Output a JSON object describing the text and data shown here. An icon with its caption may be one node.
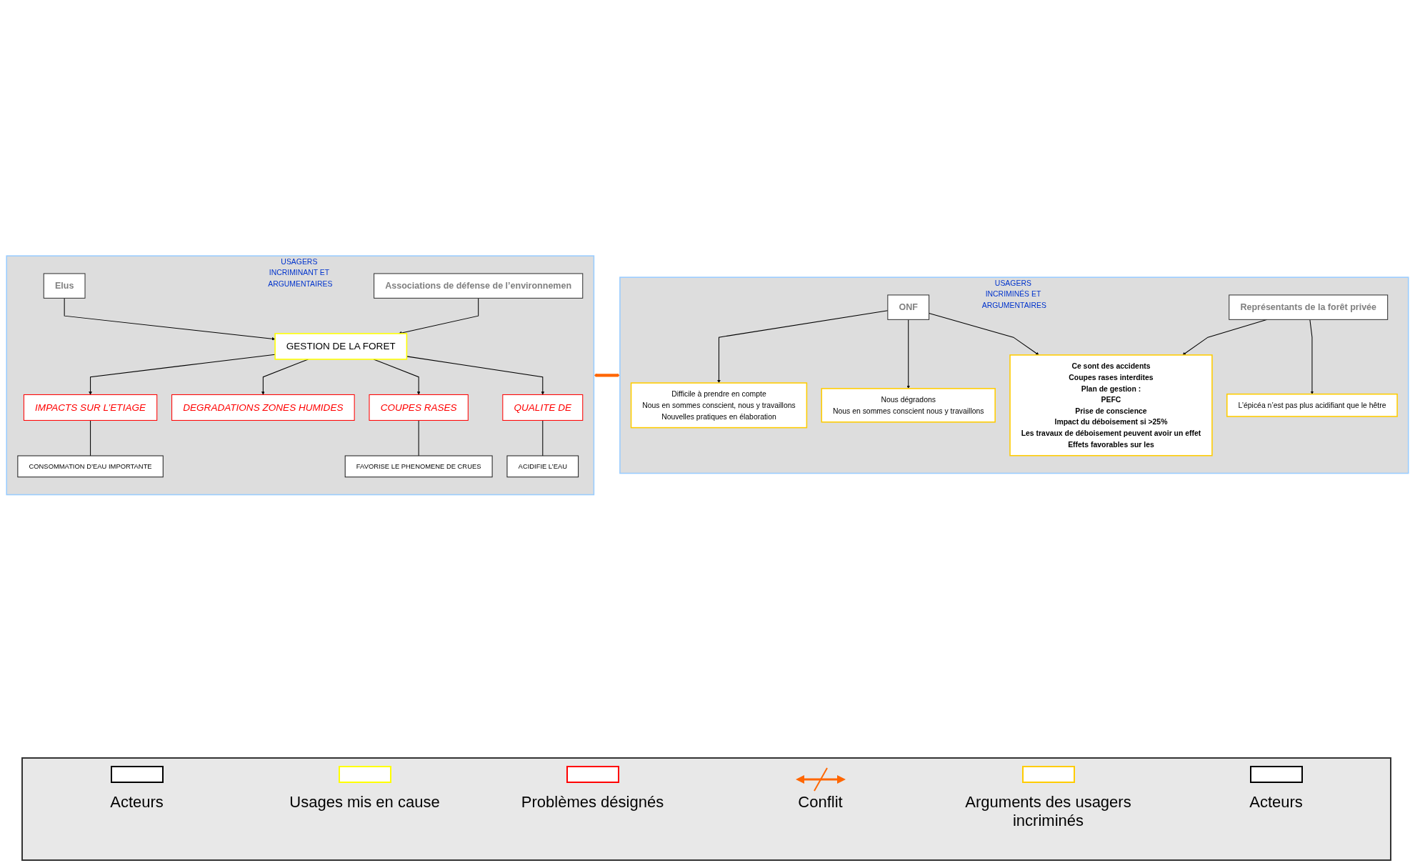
{
  "diagram": {
    "nodes": [
      {
        "text": [
          "USAGERS INCRIMINANT ET ARGUMENTAIRES"
        ]
      },
      {
        "text": [
          "Elus"
        ],
        "in": 0
      },
      {
        "text": [
          "Associations de défense de l’environnemen"
        ],
        "in": 0
      },
      {
        "text": [
          "GESTION DE LA FORET"
        ],
        "in": 0
      },
      {
        "text": [
          "IMPACTS SUR L’ETIAGE"
        ],
        "in": 0
      },
      {
        "text": [
          "CONSOMMATION D’EAU IMPORTANTE"
        ],
        "in": 0
      },
      {
        "text": [
          "DEGRADATIONS ZONES HUMIDES"
        ],
        "in": 0
      },
      {
        "text": [
          "COUPES RASES"
        ],
        "in": 0
      },
      {
        "text": [
          "FAVORISE LE PHENOMENE DE CRUES"
        ],
        "in": 0
      },
      {
        "text": [
          "QUALITE DE"
        ],
        "in": 0
      },
      {
        "text": [
          "ACIDIFIE L’EAU"
        ],
        "in": 0
      },
      {
        "text": [
          "USAGERS INCRIMINÉS ET ARGUMENTAIRES"
        ]
      },
      {
        "text": [
          "Difficile à prendre en compte",
          "Nous en sommes conscient, nous y travaillons",
          "Nouvelles pratiques en élaboration"
        ],
        "in": 11
      },
      {
        "text": [
          "Nous dégradons",
          "Nous en sommes conscient nous y travaillons"
        ],
        "in": 11
      },
      {
        "text": [
          "Ce sont des accidents",
          "Coupes rases interdites",
          "Plan de gestion :",
          "PEFC",
          "Prise de conscience",
          "Impact du déboisement si >25%",
          "Les travaux de déboisement peuvent avoir un effet",
          "Effets favorables sur les"
        ],
        "in": 11
      },
      {
        "text": [
          "L’épicéa n’est pas plus acidifiant que le hêtre"
        ],
        "in": 11
      },
      {
        "text": [
          "ONF"
        ],
        "in": 11
      },
      {
        "text": [
          "Représentants de la forêt privée"
        ],
        "in": 11
      }
    ],
    "edges": [
      {
        "from": 1,
        "to": 3,
        "arrow": "to"
      },
      {
        "from": 2,
        "to": 3,
        "arrow": "to"
      },
      {
        "from": 3,
        "to": 4,
        "arrow": "to"
      },
      {
        "from": 3,
        "to": 6,
        "arrow": "to"
      },
      {
        "from": 3,
        "to": 7,
        "arrow": "to"
      },
      {
        "from": 3,
        "to": 9,
        "arrow": "to"
      },
      {
        "from": 4,
        "to": 5,
        "arrow": "none"
      },
      {
        "from": 7,
        "to": 8,
        "arrow": "none"
      },
      {
        "from": 9,
        "to": 10,
        "arrow": "none"
      },
      {
        "from": 16,
        "to": 12,
        "arrow": "to"
      },
      {
        "from": 16,
        "to": 13,
        "arrow": "to"
      },
      {
        "from": 16,
        "to": 14,
        "arrow": "to"
      },
      {
        "from": 17,
        "to": 14,
        "arrow": "to"
      },
      {
        "from": 17,
        "to": 15,
        "arrow": "to"
      },
      {
        "from": 0,
        "to": 11,
        "arrow": "both",
        "style": "thick",
        "color": "#ff6600"
      }
    ],
    "legend": [
      {
        "text": "Acteurs",
        "color": "#000000"
      },
      {
        "text": "Usages mis en cause",
        "color": "#ffff00"
      },
      {
        "text": "Problèmes désignés",
        "color": "#ff0000"
      },
      {
        "text": "Conflit"
      },
      {
        "text": "Arguments des usagers incriminés",
        "color": "#ffcc00"
      },
      {
        "text": "Acteurs",
        "color": "#000000"
      }
    ]
  }
}
